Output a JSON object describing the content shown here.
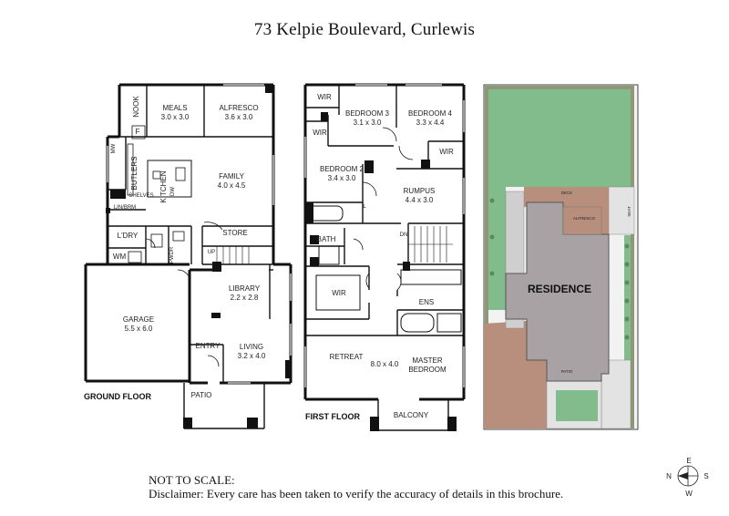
{
  "title": "73 Kelpie Boulevard, Curlewis",
  "ground_floor": {
    "label": "GROUND FLOOR",
    "rooms": {
      "nook": "NOOK",
      "meals_name": "MEALS",
      "meals_size": "3.0 x 3.0",
      "alfresco_name": "ALFRESCO",
      "alfresco_size": "3.6 x 3.0",
      "f": "F",
      "mw": "MW",
      "butlers": "BUTLERS",
      "kitchen": "KITCHEN",
      "dw": "DW",
      "shelves": "SHELVES",
      "lin_brm": "LIN/BRM",
      "family_name": "FAMILY",
      "family_size": "4.0 x 4.5",
      "store": "STORE",
      "up": "UP",
      "ldry": "L'DRY",
      "wm": "WM",
      "pwdr": "PWDR",
      "library_name": "LIBRARY",
      "library_size": "2.2 x 2.8",
      "garage_name": "GARAGE",
      "garage_size": "5.5 x 6.0",
      "entry": "ENTRY",
      "living_name": "LIVING",
      "living_size": "3.2 x 4.0",
      "patio": "PATIO"
    }
  },
  "first_floor": {
    "label": "FIRST FLOOR",
    "rooms": {
      "wir1": "WIR",
      "wir2": "WIR",
      "bed3_name": "BEDROOM 3",
      "bed3_size": "3.1 x 3.0",
      "bed4_name": "BEDROOM 4",
      "bed4_size": "3.3 x 4.4",
      "wir3": "WIR",
      "bed2_name": "BEDROOM 2",
      "bed2_size": "3.4 x 3.0",
      "rumpus_name": "RUMPUS",
      "rumpus_size": "4.4 x 3.0",
      "l": "L",
      "dn": "DN",
      "bath": "BATH",
      "wir4": "WIR",
      "ens": "ENS",
      "retreat": "RETREAT",
      "master_size": "8.0 x 4.0",
      "master_line1": "MASTER",
      "master_line2": "BEDROOM",
      "balcony": "BALCONY"
    }
  },
  "site_plan": {
    "residence": "RESIDENCE",
    "deck": "DECK",
    "alfresco": "ALFRESCO",
    "seat": "SEAT",
    "patio": "PATIO",
    "colors": {
      "lawn": "#82bb8c",
      "residence": "#a8a2a5",
      "paving": "#b88f7d",
      "concrete": "#cfcfcf",
      "garden": "#8f9874"
    }
  },
  "compass": {
    "n": "N",
    "e": "E",
    "s": "S",
    "w": "W"
  },
  "disclaimer": {
    "line1": "NOT TO SCALE:",
    "line2": "Disclaimer: Every care has been taken to verify the accuracy of details in this brochure."
  }
}
